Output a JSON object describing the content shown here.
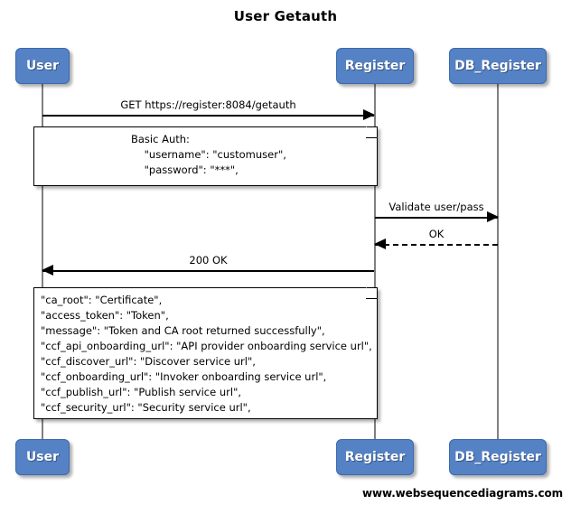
{
  "diagram": {
    "title": "User Getauth",
    "footer": "www.websequencediagrams.com",
    "accent_color": "#5581C5",
    "line_color": "#808080",
    "text_color": "#000000"
  },
  "participants": [
    {
      "name": "User",
      "label": "User"
    },
    {
      "name": "Register",
      "label": "Register"
    },
    {
      "name": "DB_Register",
      "label": "DB_Register"
    }
  ],
  "messages": [
    {
      "label": "GET https://register:8084/getauth",
      "from": "User",
      "to": "Register",
      "style": "solid",
      "direction": "right"
    },
    {
      "label": "Validate user/pass",
      "from": "Register",
      "to": "DB_Register",
      "style": "solid",
      "direction": "right"
    },
    {
      "label": "OK",
      "from": "DB_Register",
      "to": "Register",
      "style": "dashed",
      "direction": "left"
    },
    {
      "label": "200 OK",
      "from": "Register",
      "to": "User",
      "style": "solid",
      "direction": "left"
    }
  ],
  "notes": [
    {
      "id": "basic-auth-note",
      "align": "centered",
      "lines": [
        "Basic Auth:",
        "    \"username\": \"customuser\",",
        "    \"password\": \"***\","
      ]
    },
    {
      "id": "response-note",
      "align": "left",
      "lines": [
        "\"ca_root\": \"Certificate\",",
        "\"access_token\": \"Token\",",
        "\"message\": \"Token and CA root returned successfully\",",
        "\"ccf_api_onboarding_url\": \"API provider onboarding service url\",",
        "\"ccf_discover_url\": \"Discover service url\",",
        "\"ccf_onboarding_url\": \"Invoker onboarding service url\",",
        "\"ccf_publish_url\": \"Publish service url\",",
        "\"ccf_security_url\": \"Security service url\","
      ]
    }
  ]
}
